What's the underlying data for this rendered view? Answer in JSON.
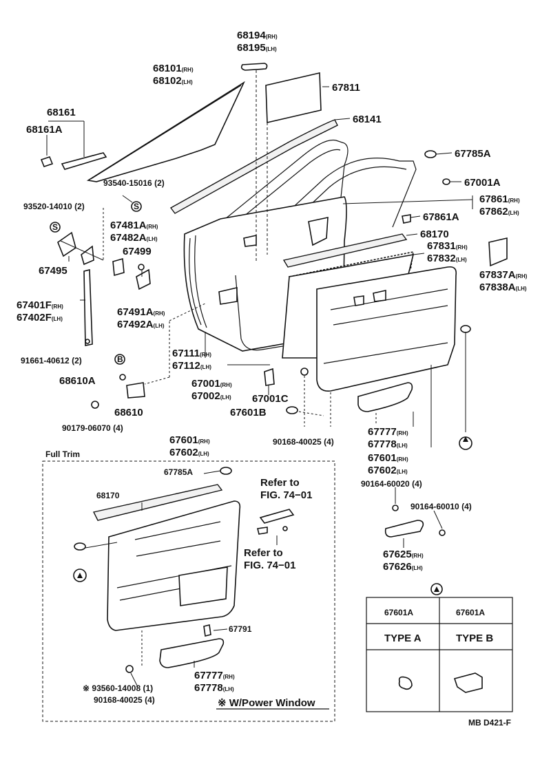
{
  "diagram_code": "MB D421-F",
  "section_title": "Full Trim",
  "legend_note": "※ W/Power Window",
  "side_suffix_rh": "(RH)",
  "side_suffix_lh": "(LH)",
  "triangle_ref_symbol": "▲",
  "callouts": {
    "p68194": "68194",
    "p68195": "68195",
    "p68101": "68101",
    "p68102": "68102",
    "p67811": "67811",
    "p68161": "68161",
    "p68161a": "68161A",
    "p68141": "68141",
    "p67785a": "67785A",
    "p67001a": "67001A",
    "p93540": "93540-15016 (2)",
    "p93520": "93520-14010 (2)",
    "p67861": "67861",
    "p67862": "67862",
    "p67861a": "67861A",
    "p67481a": "67481A",
    "p67482a": "67482A",
    "p67499": "67499",
    "p68170": "68170",
    "p67831": "67831",
    "p67832": "67832",
    "p67495": "67495",
    "p67837a": "67837A",
    "p67838a": "67838A",
    "p67401f": "67401F",
    "p67402f": "67402F",
    "p67491a": "67491A",
    "p67492a": "67492A",
    "p67111": "67111",
    "p67112": "67112",
    "p91661": "91661-40612 (2)",
    "p68610a": "68610A",
    "p67001": "67001",
    "p67002": "67002",
    "p67001c": "67001C",
    "p68610": "68610",
    "p67601b": "67601B",
    "p90179": "90179-06070 (4)",
    "p90168_top": "90168-40025 (4)",
    "p67777_top": "67777",
    "p67778_top": "67778",
    "p67601_mid": "67601",
    "p67602_mid": "67602",
    "p90164_20": "90164-60020 (4)",
    "p90164_10": "90164-60010 (4)",
    "p67625": "67625",
    "p67626": "67626",
    "p67601_box": "67601",
    "p67602_box": "67602",
    "p67785a_box": "67785A",
    "p68170_box": "68170",
    "p67791": "67791",
    "p67777_box": "67777",
    "p67778_box": "67778",
    "p93560": "※ 93560-14008 (1)",
    "p90168_box": "90168-40025 (4)"
  },
  "refer_notes": {
    "refer1_line1": "Refer to",
    "refer1_line2": "FIG. 74−01",
    "refer2_line1": "Refer to",
    "refer2_line2": "FIG. 74−01"
  },
  "type_table": {
    "col1_part": "67601A",
    "col2_part": "67601A",
    "col1_type": "TYPE A",
    "col2_type": "TYPE B"
  },
  "circle_refs": {
    "s": "S",
    "b": "B"
  }
}
